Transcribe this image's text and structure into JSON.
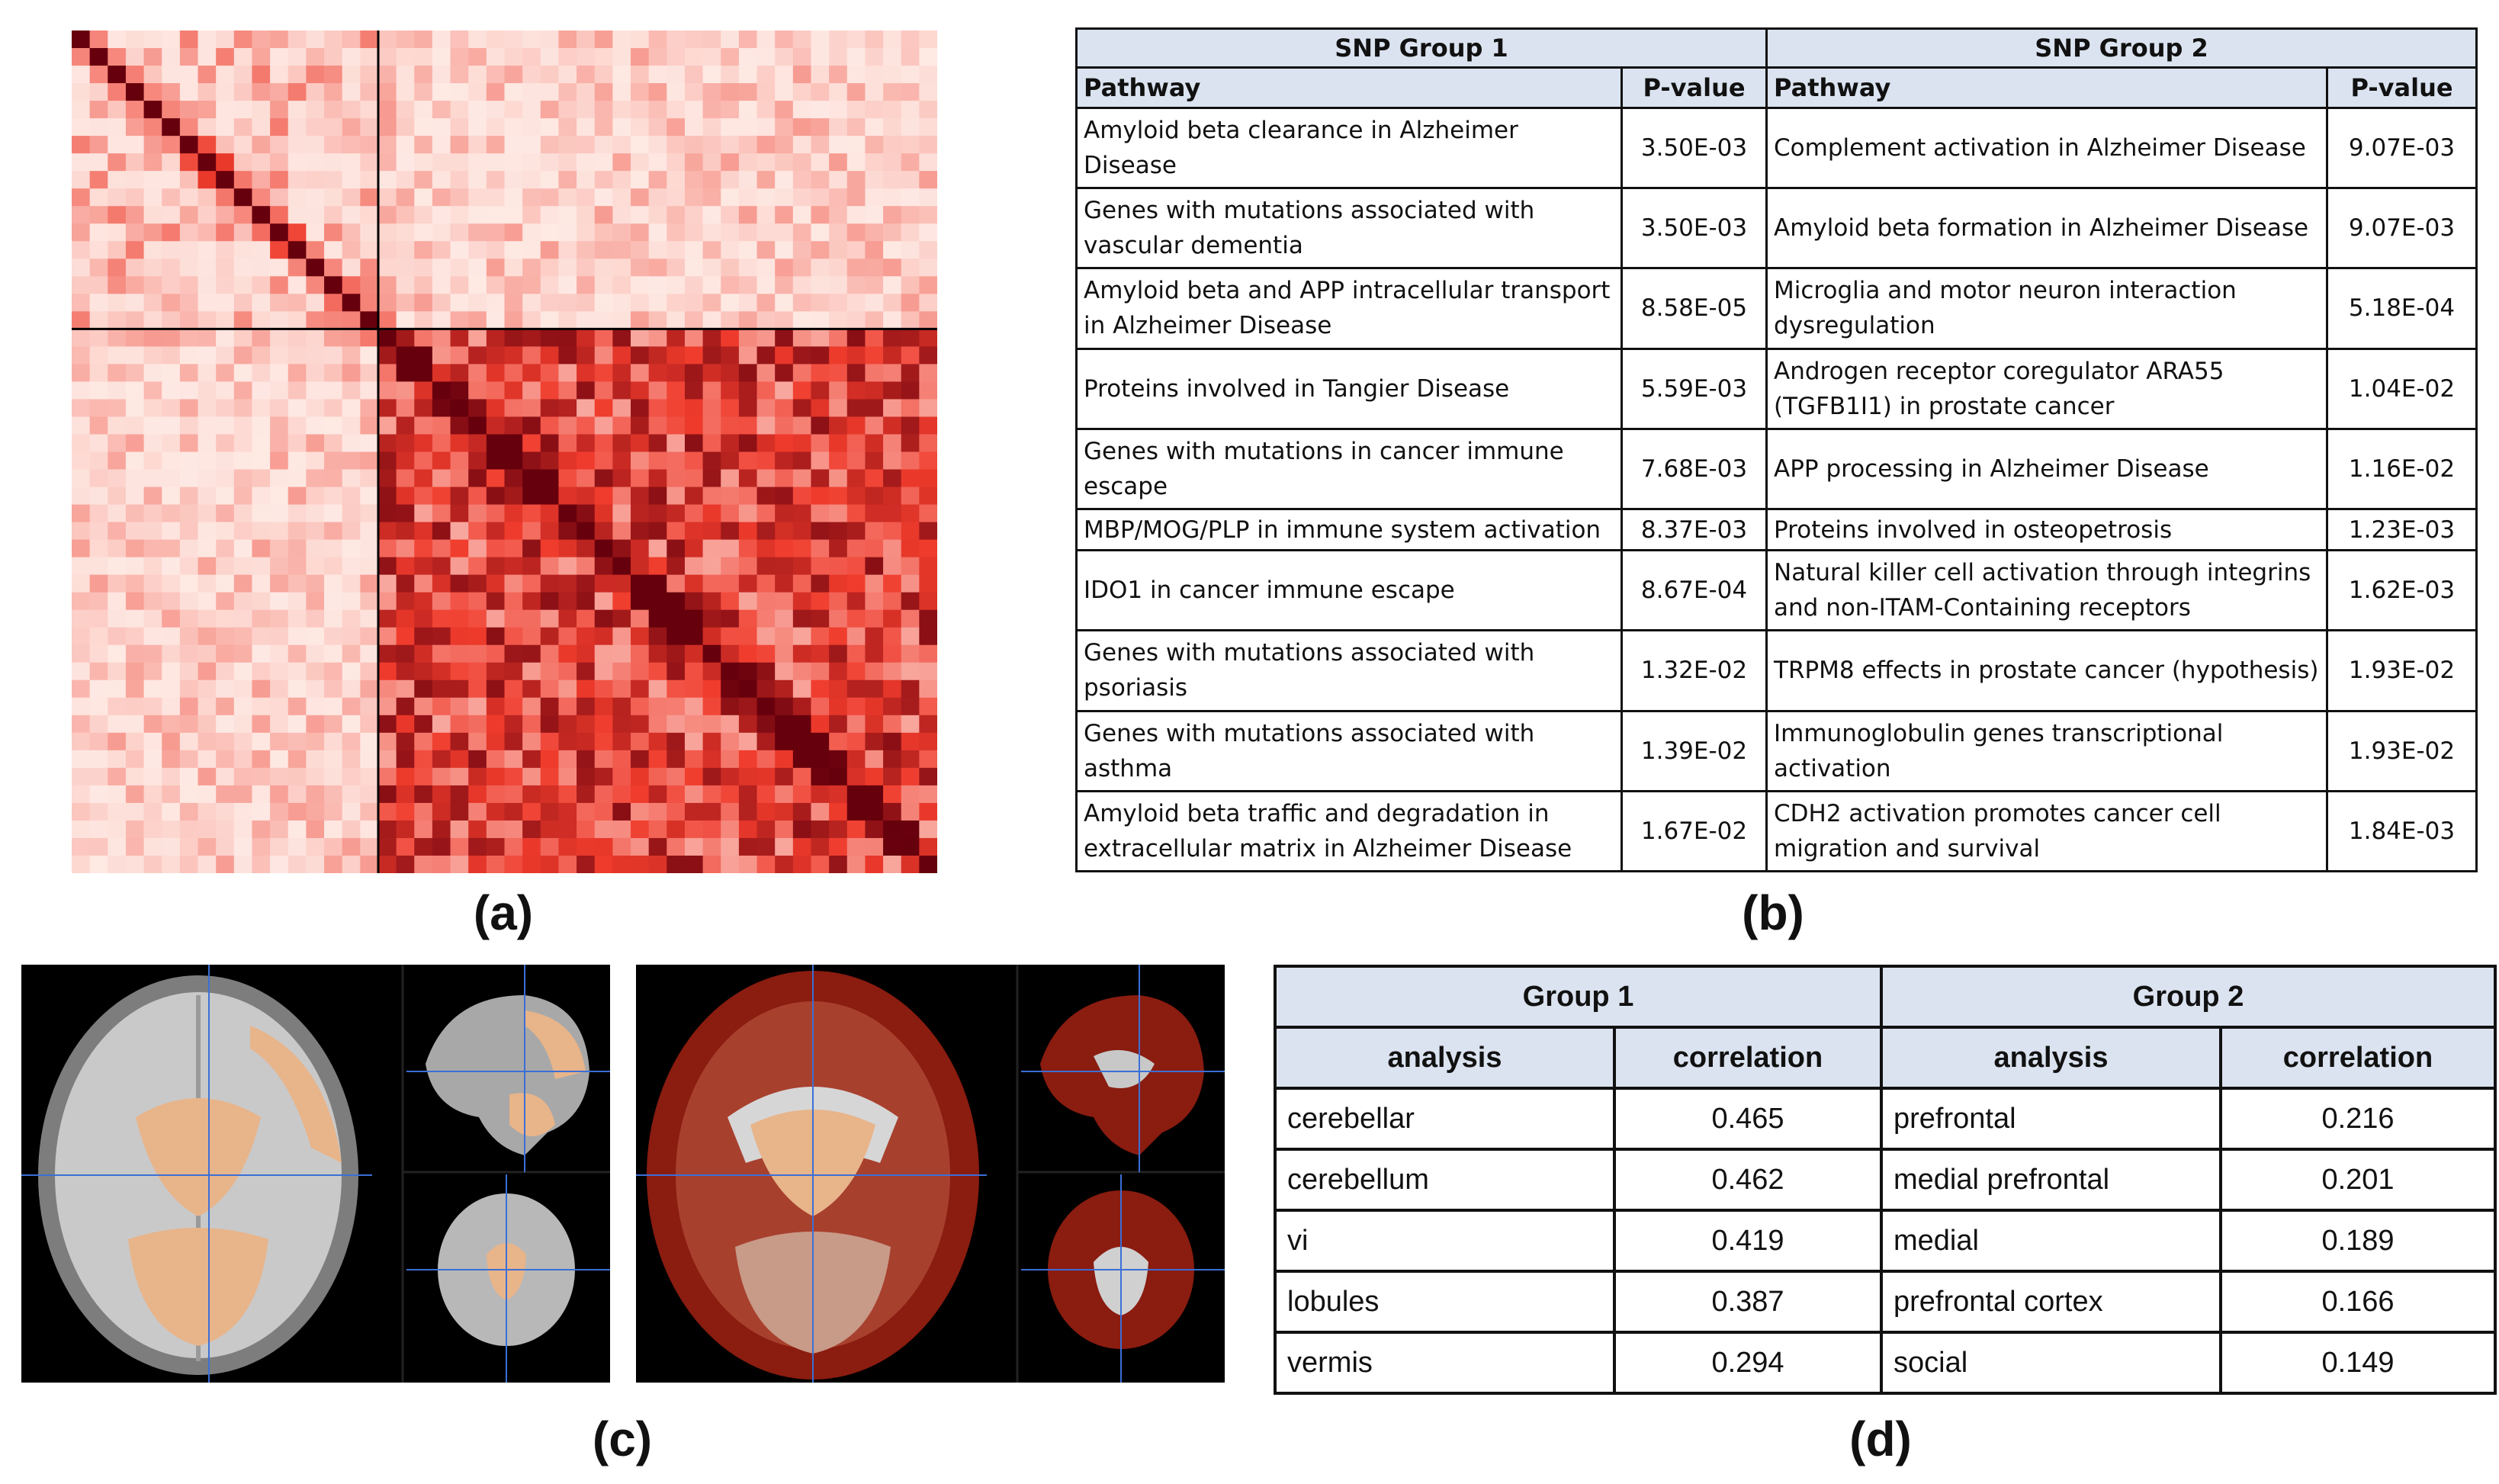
{
  "labels": {
    "a": "(a)",
    "b": "(b)",
    "c": "(c)",
    "d": "(d)"
  },
  "heatmap": {
    "size": 48,
    "split": 17,
    "colors": {
      "low": "#fff5f0",
      "high": "#67000d",
      "line": "#000000"
    }
  },
  "snp_table": {
    "group1": "SNP Group 1",
    "group2": "SNP Group 2",
    "col_pathway": "Pathway",
    "col_pvalue": "P-value",
    "rows": [
      {
        "p1": "Amyloid beta clearance in Alzheimer Disease",
        "v1": "3.50E-03",
        "p2": "Complement activation in Alzheimer Disease",
        "v2": "9.07E-03"
      },
      {
        "p1": "Genes with mutations associated with vascular dementia",
        "v1": "3.50E-03",
        "p2": "Amyloid beta formation in Alzheimer Disease",
        "v2": "9.07E-03"
      },
      {
        "p1": "Amyloid beta and APP intracellular transport in Alzheimer Disease",
        "v1": "8.58E-05",
        "p2": "Microglia and motor neuron interaction dysregulation",
        "v2": "5.18E-04"
      },
      {
        "p1": "Proteins involved in Tangier Disease",
        "v1": "5.59E-03",
        "p2": "Androgen receptor coregulator ARA55 (TGFB1I1) in prostate cancer",
        "v2": "1.04E-02"
      },
      {
        "p1": "Genes with mutations in cancer immune escape",
        "v1": "7.68E-03",
        "p2": "APP processing in Alzheimer Disease",
        "v2": "1.16E-02"
      },
      {
        "p1": "MBP/MOG/PLP in immune system activation",
        "v1": "8.37E-03",
        "p2": "Proteins involved in osteopetrosis",
        "v2": "1.23E-03"
      },
      {
        "p1": "IDO1 in cancer immune escape",
        "v1": "8.67E-04",
        "p2": "Natural killer cell activation through integrins and non-ITAM-Containing receptors",
        "v2": "1.62E-03"
      },
      {
        "p1": "Genes with mutations associated with psoriasis",
        "v1": "1.32E-02",
        "p2": "TRPM8 effects in prostate cancer (hypothesis)",
        "v2": "1.93E-02"
      },
      {
        "p1": "Genes with mutations associated with asthma",
        "v1": "1.39E-02",
        "p2": "Immunoglobulin genes transcriptional activation",
        "v2": "1.93E-02"
      },
      {
        "p1": "Amyloid beta traffic and degradation in extracellular matrix in Alzheimer Disease",
        "v1": "1.67E-02",
        "p2": "CDH2 activation promotes cancer cell migration and survival",
        "v2": "1.84E-03"
      }
    ]
  },
  "corr_table": {
    "group1": "Group 1",
    "group2": "Group 2",
    "col_analysis": "analysis",
    "col_correlation": "correlation",
    "rows": [
      {
        "a1": "cerebellar",
        "c1": "0.465",
        "a2": "prefrontal",
        "c2": "0.216"
      },
      {
        "a1": "cerebellum",
        "c1": "0.462",
        "a2": "medial prefrontal",
        "c2": "0.201"
      },
      {
        "a1": "vi",
        "c1": "0.419",
        "a2": "medial",
        "c2": "0.189"
      },
      {
        "a1": "lobules",
        "c1": "0.387",
        "a2": "prefrontal cortex",
        "c2": "0.166"
      },
      {
        "a1": "vermis",
        "c1": "0.294",
        "a2": "social",
        "c2": "0.149"
      }
    ]
  },
  "brain_colors": {
    "overlay_light": "#e8b48a",
    "overlay_dark": "#8a1c10",
    "crosshair": "#3b6fd6"
  }
}
